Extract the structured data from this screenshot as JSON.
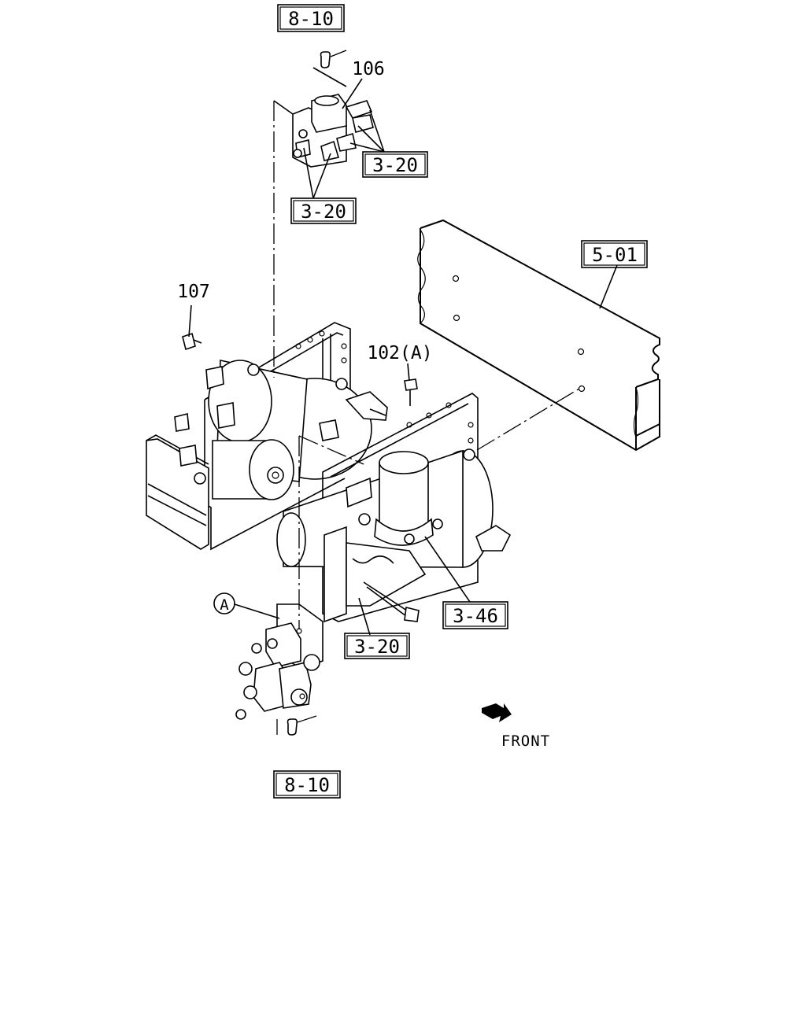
{
  "diagram": {
    "callouts": {
      "ref_8_10_top": "8-10",
      "part_106": "106",
      "ref_3_20_right": "3-20",
      "ref_3_20_left": "3-20",
      "ref_5_01": "5-01",
      "part_107": "107",
      "part_102_a": "102(A)",
      "ref_3_46": "3-46",
      "detail_a": "A",
      "ref_3_20_bottom": "3-20",
      "ref_8_10_bottom": "8-10"
    },
    "direction_label": "FRONT"
  }
}
